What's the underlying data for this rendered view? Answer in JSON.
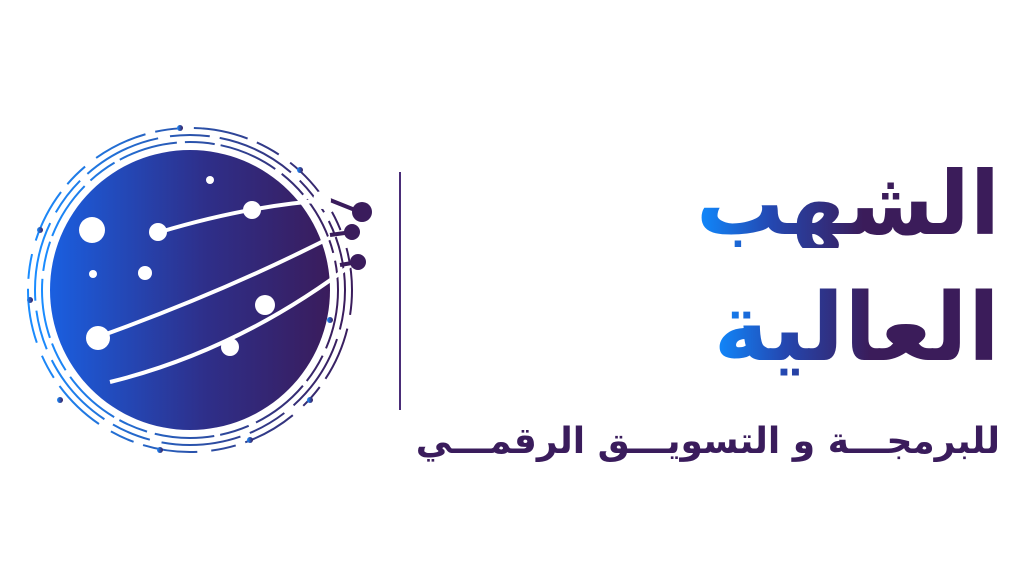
{
  "logo": {
    "title_line1": "الشهب",
    "title_line2": "العالية",
    "subtitle": "للبرمجـــة و التسويـــق الرقمـــي",
    "colors": {
      "primary_dark": "#3b1c5a",
      "primary_blue": "#0f8bff",
      "mid_blue": "#2447b0"
    },
    "emblem_icon": "globe-circuit-icon"
  }
}
